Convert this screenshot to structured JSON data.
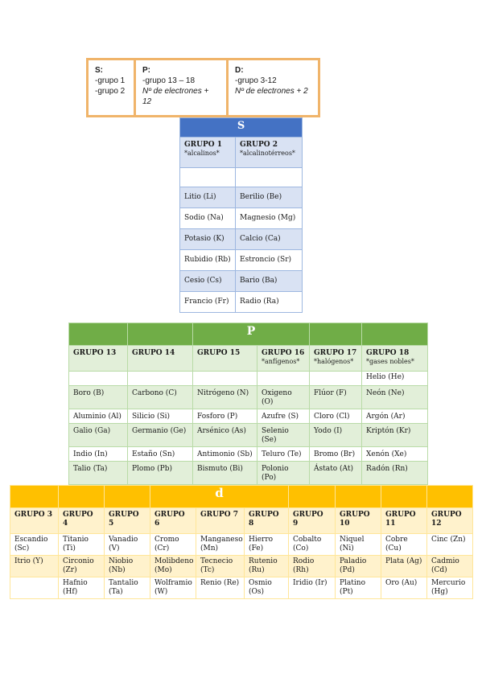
{
  "legend": {
    "s": {
      "head": "S:",
      "l1": "-grupo 1",
      "l2": "-grupo 2"
    },
    "p": {
      "head": "P:",
      "l1": "-grupo 13 – 18",
      "l2": "Nº de electrones + 12"
    },
    "d": {
      "head": "D:",
      "l1": "-grupo 3-12",
      "l2": " Nº de electrones + 2"
    }
  },
  "s": {
    "title": "S",
    "headers": [
      {
        "g": "GRUPO 1",
        "sub": "*alcalinos*"
      },
      {
        "g": "GRUPO 2",
        "sub": "*alcalinotérreos*"
      }
    ],
    "rows": [
      [
        "Litio (Li)",
        "Berilio (Be)"
      ],
      [
        "Sodio (Na)",
        "Magnesio (Mg)"
      ],
      [
        "Potasio (K)",
        "Calcio (Ca)"
      ],
      [
        "Rubidio (Rb)",
        "Estroncio (Sr)"
      ],
      [
        "Cesio (Cs)",
        "Bario (Ba)"
      ],
      [
        "Francio (Fr)",
        "Radio (Ra)"
      ]
    ]
  },
  "p": {
    "title": "P",
    "headers": [
      {
        "g": "GRUPO 13",
        "sub": ""
      },
      {
        "g": "GRUPO 14",
        "sub": ""
      },
      {
        "g": "GRUPO 15",
        "sub": ""
      },
      {
        "g": "GRUPO 16",
        "sub": "*anfígenos*"
      },
      {
        "g": "GRUPO 17",
        "sub": "*halógenos*"
      },
      {
        "g": "GRUPO 18",
        "sub": "*gases nobles*"
      }
    ],
    "rows": [
      [
        "",
        "",
        "",
        "",
        "",
        "Helio (He)"
      ],
      [
        "Boro (B)",
        "Carbono (C)",
        "Nitrógeno (N)",
        "Oxigeno (O)",
        "Flúor (F)",
        "Neón (Ne)"
      ],
      [
        "Aluminio (Al)",
        "Silicio (Si)",
        "Fosforo (P)",
        "Azufre (S)",
        "Cloro (Cl)",
        "Argón (Ar)"
      ],
      [
        "Galio (Ga)",
        "Germanio (Ge)",
        "Arsénico (As)",
        "Selenio (Se)",
        "Yodo (I)",
        "Kriptón (Kr)"
      ],
      [
        "Indio (In)",
        "Estaño (Sn)",
        "Antimonio (Sb)",
        "Teluro (Te)",
        "Bromo (Br)",
        "Xenón (Xe)"
      ],
      [
        "Talio (Ta)",
        "Plomo (Pb)",
        "Bismuto (Bi)",
        "Polonio (Po)",
        "Ástato (At)",
        "Radón (Rn)"
      ]
    ]
  },
  "d": {
    "title": "d",
    "headers": [
      "GRUPO 3",
      "GRUPO 4",
      "GRUPO 5",
      "GRUPO 6",
      "GRUPO 7",
      "GRUPO 8",
      "GRUPO 9",
      "GRUPO 10",
      "GRUPO 11",
      "GRUPO 12"
    ],
    "rows": [
      [
        "Escandio (Sc)",
        "Titanio (Ti)",
        "Vanadio (V)",
        "Cromo (Cr)",
        "Manganeso (Mn)",
        "Hierro (Fe)",
        "Cobalto (Co)",
        "Niquel (Ni)",
        "Cobre (Cu)",
        "Cinc (Zn)"
      ],
      [
        "Itrio (Y)",
        "Circonio (Zr)",
        "Niobio (Nb)",
        "Molibdeno (Mo)",
        "Tecnecio (Tc)",
        "Rutenio (Ru)",
        "Rodio (Rh)",
        "Paladio (Pd)",
        "Plata (Ag)",
        "Cadmio (Cd)"
      ],
      [
        "",
        "Hafnio (Hf)",
        "Tantalio (Ta)",
        "Wolframio (W)",
        "Renio (Re)",
        "Osmio (Os)",
        "Iridio (Ir)",
        "Platino (Pt)",
        "Oro (Au)",
        "Mercurio (Hg)"
      ]
    ]
  }
}
